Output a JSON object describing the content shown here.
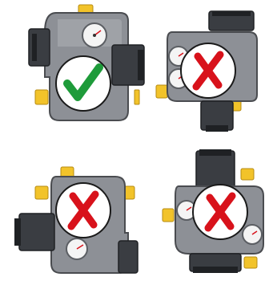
{
  "diagram": {
    "palette": {
      "housing": "#8d9096",
      "housing_edge": "#4a4c50",
      "housing_light": "#b5b8bd",
      "actuator": "#3a3d42",
      "actuator_dark": "#1f2124",
      "port": "#f2c32a",
      "port_dark": "#b68b12",
      "gauge_face": "#f4f4f4",
      "gauge_rim": "#5b5e63",
      "mark_circle": "#ffffff",
      "correct_mark": "#1e9b3a",
      "wrong_mark": "#d8121b"
    },
    "panels": [
      {
        "id": "top-left",
        "status": "correct",
        "icon": "check-mark-icon"
      },
      {
        "id": "top-right",
        "status": "wrong",
        "icon": "cross-mark-icon"
      },
      {
        "id": "bottom-left",
        "status": "wrong",
        "icon": "cross-mark-icon"
      },
      {
        "id": "bottom-right",
        "status": "wrong",
        "icon": "cross-mark-icon"
      }
    ]
  }
}
